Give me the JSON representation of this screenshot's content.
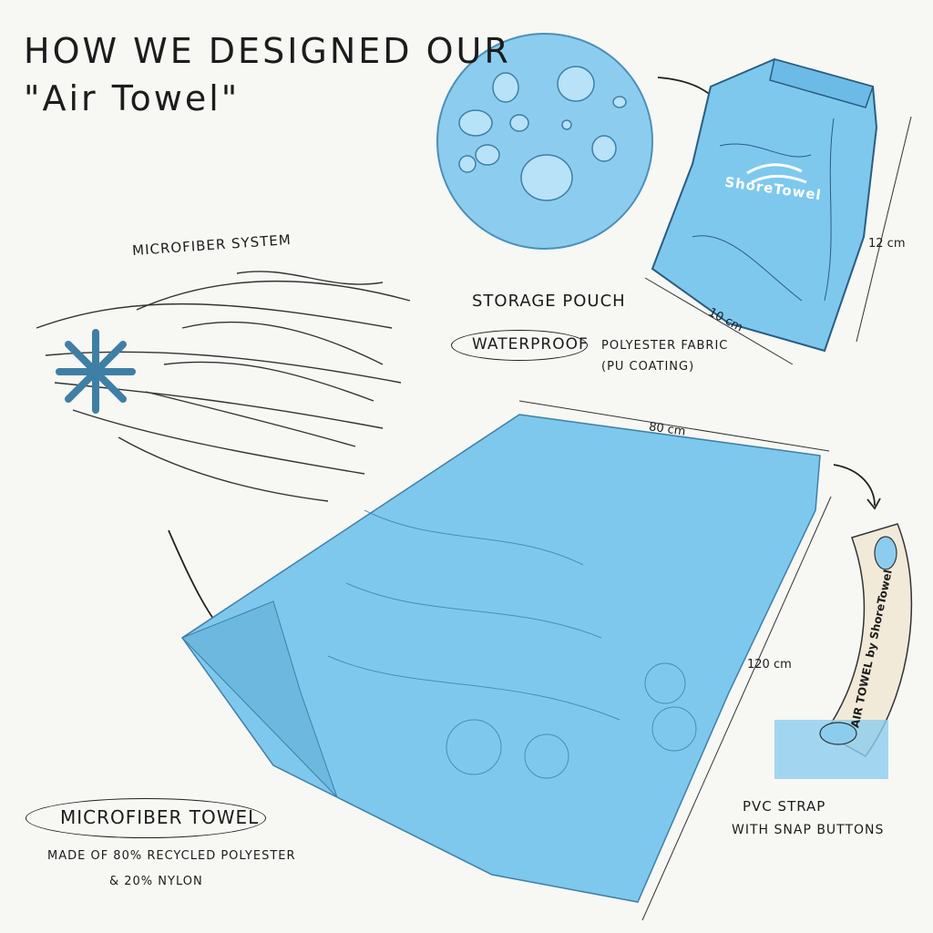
{
  "title": {
    "line1": "How we designed our",
    "line2": "\"Air Towel\""
  },
  "labels": {
    "microfiber_system": "Microfiber system",
    "storage_pouch": "Storage pouch",
    "waterproof": "Waterproof",
    "polyester_fabric": "Polyester fabric",
    "pu_coating": "(PU coating)",
    "microfiber_towel": "Microfiber towel",
    "made_of_line1": "Made of 80% recycled polyester",
    "made_of_line2": "& 20% nylon",
    "pvc_strap": "PVC strap",
    "snap_buttons": "with snap buttons"
  },
  "dimensions": {
    "pouch_height": "12 cm",
    "pouch_width": "10 cm",
    "towel_width": "80 cm",
    "towel_length": "120 cm"
  },
  "brand": {
    "pouch_logo": "ShoreTowel",
    "strap_text": "AIR TOWEL by ShoreTowel"
  },
  "colors": {
    "towel_blue": "#7ec8ee",
    "light_blue": "#a9dbf4",
    "ink": "#222222",
    "strap": "#f1ead8"
  }
}
